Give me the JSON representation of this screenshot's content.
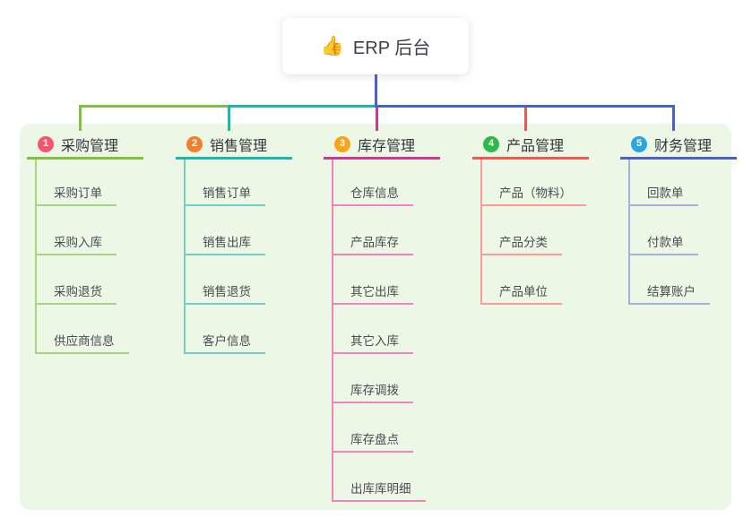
{
  "root": {
    "icon": "thumbs-up-icon",
    "label": "ERP 后台"
  },
  "canvas": {
    "panel_bg": "#ecf7e5",
    "trunk_color": "#4762c9"
  },
  "branches": [
    {
      "index": "1",
      "title": "采购管理",
      "badge_color": "#f4566e",
      "color": "#7fc241",
      "child_color": "#a5d483",
      "children": [
        "采购订单",
        "采购入库",
        "采购退货",
        "供应商信息"
      ]
    },
    {
      "index": "2",
      "title": "销售管理",
      "badge_color": "#f57d2c",
      "color": "#16b8b0",
      "child_color": "#72cfc8",
      "children": [
        "销售订单",
        "销售出库",
        "销售退货",
        "客户信息"
      ]
    },
    {
      "index": "3",
      "title": "库存管理",
      "badge_color": "#f9a51b",
      "color": "#d13790",
      "child_color": "#ec86c0",
      "children": [
        "仓库信息",
        "产品库存",
        "其它出库",
        "其它入库",
        "库存调拨",
        "库存盘点",
        "出库库明细"
      ]
    },
    {
      "index": "4",
      "title": "产品管理",
      "badge_color": "#2eb84e",
      "color": "#f9534e",
      "child_color": "#f99b96",
      "children": [
        "产品（物料）",
        "产品分类",
        "产品单位"
      ]
    },
    {
      "index": "5",
      "title": "财务管理",
      "badge_color": "#29a7df",
      "color": "#4762c9",
      "child_color": "#a3b2dd",
      "children": [
        "回款单",
        "付款单",
        "结算账户"
      ]
    }
  ]
}
